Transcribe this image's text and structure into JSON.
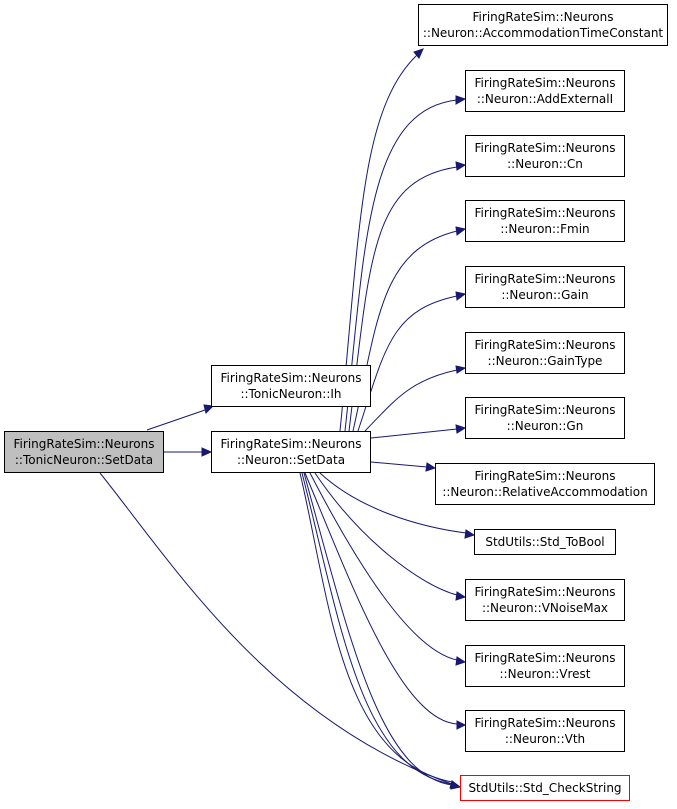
{
  "nodes": {
    "root": {
      "line1": "FiringRateSim::Neurons",
      "line2": "::TonicNeuron::SetData"
    },
    "ih": {
      "line1": "FiringRateSim::Neurons",
      "line2": "::TonicNeuron::Ih"
    },
    "setdata": {
      "line1": "FiringRateSim::Neurons",
      "line2": "::Neuron::SetData"
    },
    "acctc": {
      "line1": "FiringRateSim::Neurons",
      "line2": "::Neuron::AccommodationTimeConstant"
    },
    "addext": {
      "line1": "FiringRateSim::Neurons",
      "line2": "::Neuron::AddExternalI"
    },
    "cn": {
      "line1": "FiringRateSim::Neurons",
      "line2": "::Neuron::Cn"
    },
    "fmin": {
      "line1": "FiringRateSim::Neurons",
      "line2": "::Neuron::Fmin"
    },
    "gain": {
      "line1": "FiringRateSim::Neurons",
      "line2": "::Neuron::Gain"
    },
    "gaintype": {
      "line1": "FiringRateSim::Neurons",
      "line2": "::Neuron::GainType"
    },
    "gn": {
      "line1": "FiringRateSim::Neurons",
      "line2": "::Neuron::Gn"
    },
    "relacc": {
      "line1": "FiringRateSim::Neurons",
      "line2": "::Neuron::RelativeAccommodation"
    },
    "tobool": {
      "line1": "StdUtils::Std_ToBool"
    },
    "vnoise": {
      "line1": "FiringRateSim::Neurons",
      "line2": "::Neuron::VNoiseMax"
    },
    "vrest": {
      "line1": "FiringRateSim::Neurons",
      "line2": "::Neuron::Vrest"
    },
    "vth": {
      "line1": "FiringRateSim::Neurons",
      "line2": "::Neuron::Vth"
    },
    "check": {
      "line1": "StdUtils::Std_CheckString"
    }
  },
  "colors": {
    "edge": "#191970",
    "root_fill": "#bfbfbf",
    "highlight_border": "#ff0000"
  }
}
